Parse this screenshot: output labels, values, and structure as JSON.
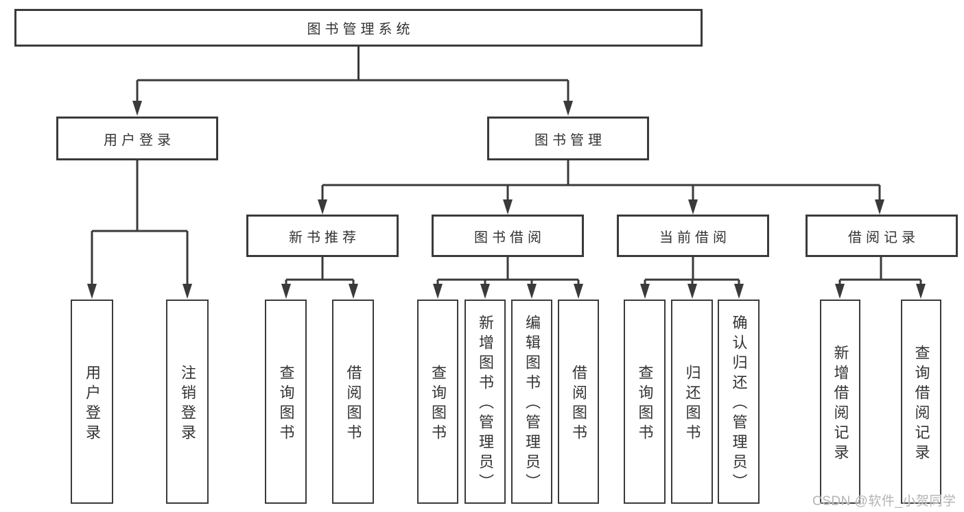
{
  "diagram": {
    "title": "图书管理系统",
    "branches": [
      {
        "label": "用户登录",
        "children": [
          {
            "label": "用户登录"
          },
          {
            "label": "注销登录"
          }
        ]
      },
      {
        "label": "图书管理",
        "children": [
          {
            "label": "新书推荐",
            "children": [
              {
                "label": "查询图书"
              },
              {
                "label": "借阅图书"
              }
            ]
          },
          {
            "label": "图书借阅",
            "children": [
              {
                "label": "查询图书"
              },
              {
                "label": "新增图书（管理员）"
              },
              {
                "label": "编辑图书（管理员）"
              },
              {
                "label": "借阅图书"
              }
            ]
          },
          {
            "label": "当前借阅",
            "children": [
              {
                "label": "查询图书"
              },
              {
                "label": "归还图书"
              },
              {
                "label": "确认归还（管理员）"
              }
            ]
          },
          {
            "label": "借阅记录",
            "children": [
              {
                "label": "新增借阅记录"
              },
              {
                "label": "查询借阅记录"
              }
            ]
          }
        ]
      }
    ]
  },
  "watermark": {
    "text": "CSDN @软件_小贺同学"
  },
  "colors": {
    "line": "#3a3a3a",
    "text": "#333333",
    "box_background": "#ffffff",
    "page_background": "#ffffff",
    "watermark": "#b7b2b6"
  }
}
